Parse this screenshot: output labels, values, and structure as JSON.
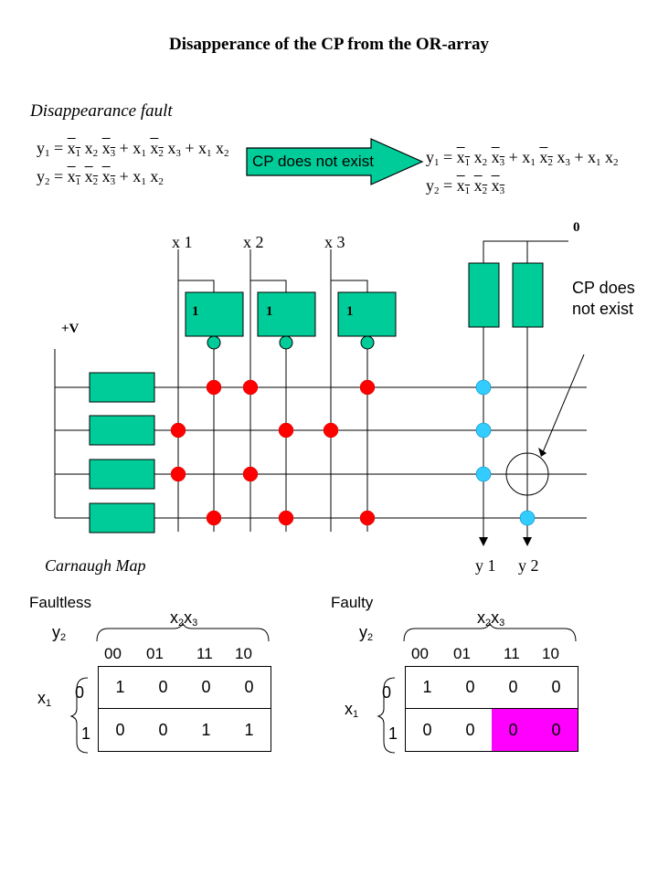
{
  "title": "Disapperance of the CP from the OR-array",
  "fault_heading": "Disappearance fault",
  "arrow_label": "CP does not exist",
  "colors": {
    "block_fill": "#00cc99",
    "and_node": "#ff0000",
    "or_node": "#33ccff",
    "input_node": "#00cc99",
    "fault_cell": "#ff00ff"
  },
  "circuit": {
    "inputs": [
      "x 1",
      "x 2",
      "x 3"
    ],
    "outputs": [
      "y 1",
      "y 2"
    ],
    "inverter_label": "1",
    "supply_label": "+V",
    "ground_label": "0",
    "cp_note": "CP does not exist"
  },
  "map_heading": "Carnaugh Map",
  "kmaps": [
    {
      "title": "Faultless",
      "y_label": "y2",
      "col_var": "x2x3",
      "row_var": "x1",
      "col_heads": [
        "00",
        "01",
        "11",
        "10"
      ],
      "row_heads": [
        "0",
        "1"
      ],
      "rows": [
        [
          "1",
          "0",
          "0",
          "0"
        ],
        [
          "0",
          "0",
          "1",
          "1"
        ]
      ],
      "highlight": []
    },
    {
      "title": "Faulty",
      "y_label": "y2",
      "col_var": "x2x3",
      "row_var": "x1",
      "col_heads": [
        "00",
        "01",
        "11",
        "10"
      ],
      "row_heads": [
        "0",
        "1"
      ],
      "rows": [
        [
          "1",
          "0",
          "0",
          "0"
        ],
        [
          "0",
          "0",
          "0",
          "0"
        ]
      ],
      "highlight": [
        [
          1,
          2
        ],
        [
          1,
          3
        ]
      ]
    }
  ]
}
